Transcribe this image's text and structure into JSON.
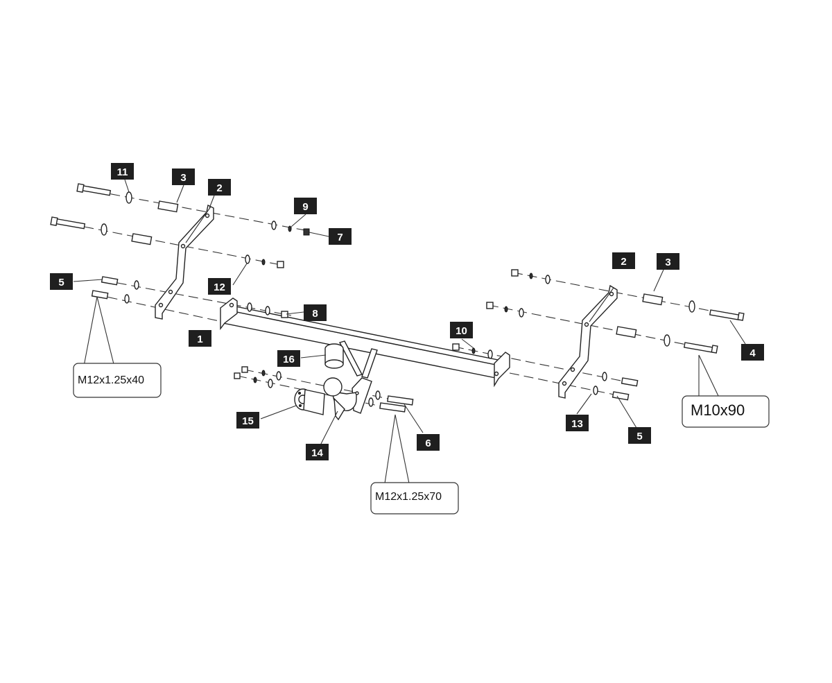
{
  "part_numbers": {
    "p1": "1",
    "p2_left": "2",
    "p2_right": "2",
    "p3_left": "3",
    "p3_right": "3",
    "p4": "4",
    "p5_left": "5",
    "p5_right": "5",
    "p6": "6",
    "p7": "7",
    "p8": "8",
    "p9": "9",
    "p10": "10",
    "p11": "11",
    "p12": "12",
    "p13": "13",
    "p14": "14",
    "p15": "15",
    "p16": "16"
  },
  "callouts": {
    "left_bolt": "M12x1.25x40",
    "ball_bolt": "M12x1.25x70",
    "right_bolt": "M10x90"
  },
  "colors": {
    "tag_fill": "#1f1f1f",
    "tag_text": "#ffffff",
    "line": "#222222"
  }
}
